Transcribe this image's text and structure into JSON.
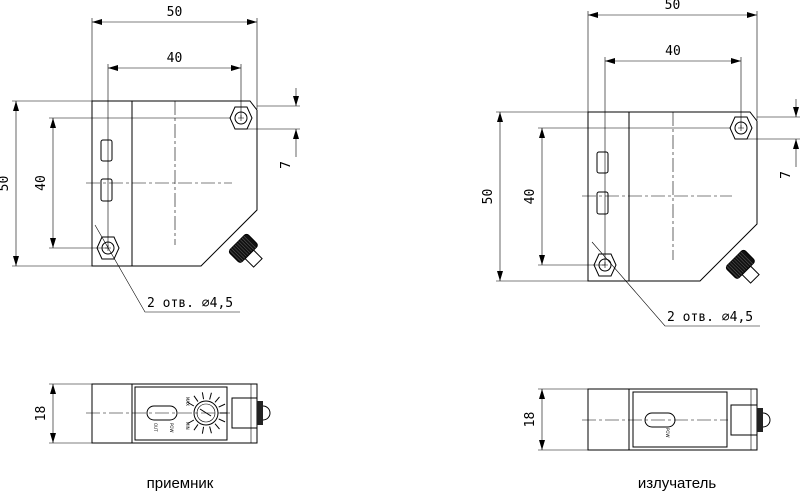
{
  "receiver": {
    "caption": "приемник",
    "dim_width": "50",
    "dim_hole_spacing_x": "40",
    "dim_height": "50",
    "dim_hole_spacing_y": "40",
    "dim_offset": "7",
    "hole_note": "2 отв. ∅4,5",
    "dim_depth": "18",
    "panel_labels": [
      "OUT",
      "POW",
      "MIN",
      "MAX"
    ]
  },
  "emitter": {
    "caption": "излучатель",
    "dim_width": "50",
    "dim_hole_spacing_x": "40",
    "dim_height": "50",
    "dim_hole_spacing_y": "40",
    "dim_offset": "7",
    "hole_note": "2 отв. ∅4,5",
    "dim_depth": "18",
    "panel_labels": [
      "POW"
    ]
  }
}
